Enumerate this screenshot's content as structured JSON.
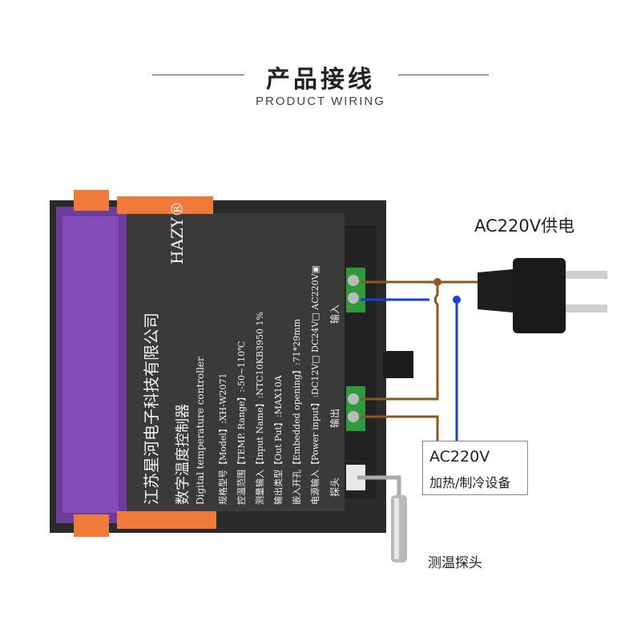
{
  "header": {
    "title": "产品接线",
    "subtitle": "PRODUCT WIRING"
  },
  "power": {
    "label": "AC220V供电"
  },
  "load": {
    "line1": "AC220V",
    "line2": "加热/制冷设备"
  },
  "probe": {
    "label": "测温探头"
  },
  "device": {
    "brand": "HAZY®",
    "company": "江苏星河电子科技有限公司",
    "product_name": "数字温度控制器",
    "product_name_en": "Digital temperature controller",
    "specs": [
      "规格型号【Model】:XH-W2071",
      "控温范围【TEMP. Range】:-50~110℃",
      "测量输入【Input Name】:NTC10KB3950 1%",
      "输出类型【Out Put】:MAX10A",
      "嵌入开孔【Embedded opening】:71*29mm",
      "电源输入【Power input】:DC12V□ DC24V□ AC220V▣"
    ],
    "terminal_input": "输入",
    "terminal_output": "输出",
    "terminal_probe": "探头"
  },
  "colors": {
    "wire_brown": "#8a5a22",
    "wire_blue": "#1a3fd6",
    "clip_orange": "#f07a3a",
    "panel_purple": "#7a3fb0",
    "label_panel": "#3a3a3a",
    "terminal_green": "#2f9a3c"
  }
}
